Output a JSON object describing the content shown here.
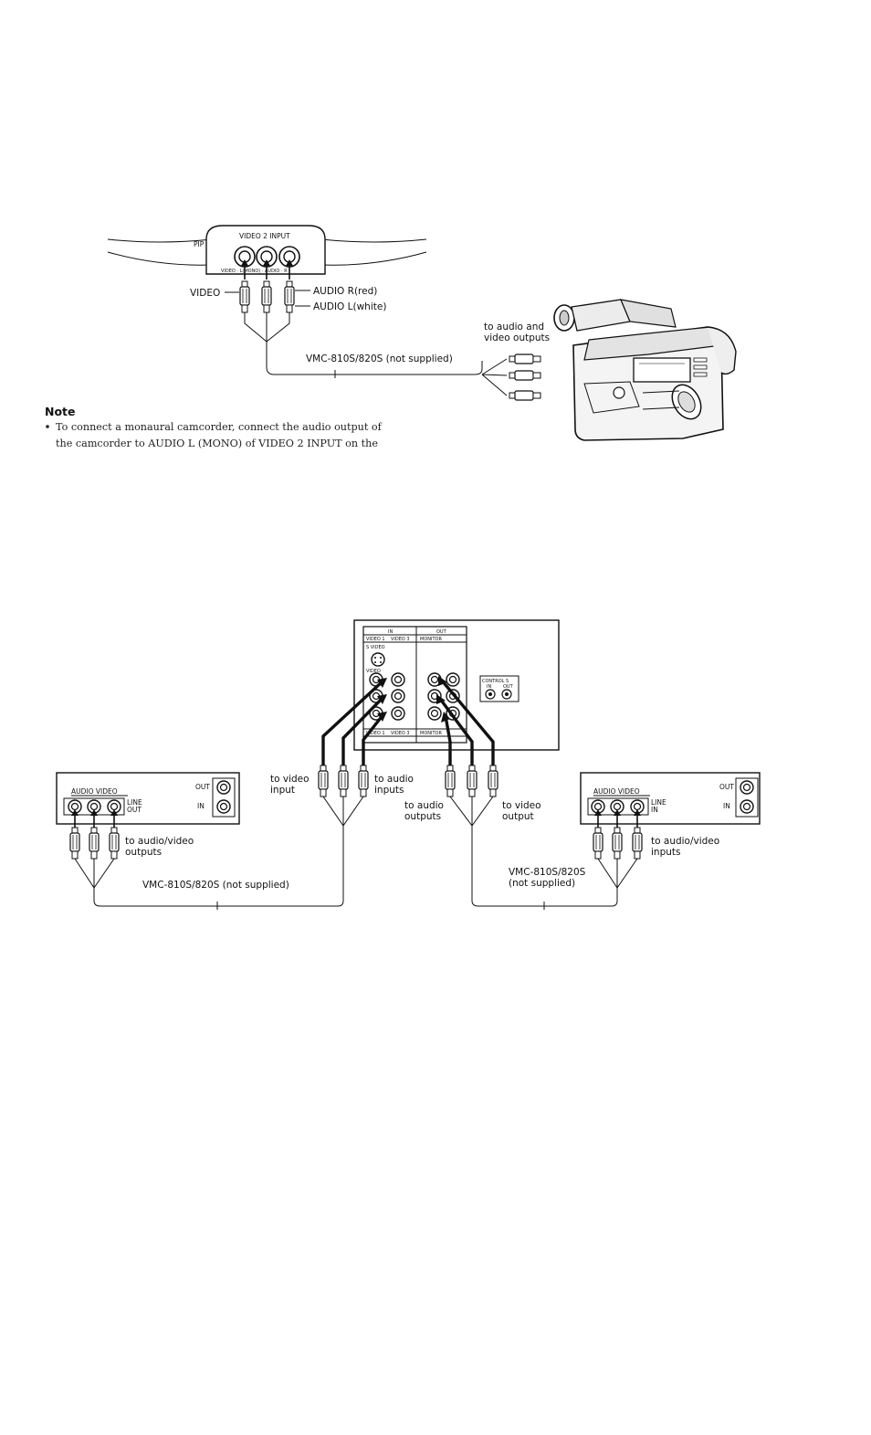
{
  "diagram1": {
    "pip_label": "PIP",
    "panel_title": "VIDEO 2 INPUT",
    "jack_caption": "VIDEO · L(MONO) · AUDIO · R",
    "video_label": "VIDEO",
    "audio_r_label": "AUDIO R(red)",
    "audio_l_label": "AUDIO L(white)",
    "cable_label": "VMC-810S/820S (not supplied)",
    "camcorder_label_line1": "to audio and",
    "camcorder_label_line2": "video outputs"
  },
  "note": {
    "heading": "Note",
    "line1": "To connect a monaural camcorder, connect the audio output of",
    "line2": "the camcorder to AUDIO L (MONO) of VIDEO 2 INPUT on the"
  },
  "diagram2": {
    "tv_in_label": "IN",
    "tv_out_label": "OUT",
    "tv_video1": "VIDEO 1",
    "tv_video3": "VIDEO 3",
    "tv_monitor": "MONITOR",
    "tv_svideo": "S VIDEO",
    "tv_video_jack": "VIDEO",
    "control_s": "CONTROL S",
    "control_in": "IN",
    "control_out": "OUT",
    "to_video_input_1": "to video",
    "to_video_input_2": "input",
    "to_audio_inputs_1": "to audio",
    "to_audio_inputs_2": "inputs",
    "to_audio_outputs_1": "to audio",
    "to_audio_outputs_2": "outputs",
    "to_video_output_1": "to video",
    "to_video_output_2": "output",
    "vcr_left": {
      "audio_video": "AUDIO  VIDEO",
      "line": "LINE",
      "line_dir": "OUT",
      "out": "OUT",
      "in": "IN",
      "caption1": "to audio/video",
      "caption2": "outputs"
    },
    "vcr_right": {
      "audio_video": "AUDIO  VIDEO",
      "line": "LINE",
      "line_dir": "IN",
      "out": "OUT",
      "in": "IN",
      "caption1": "to audio/video",
      "caption2": "inputs"
    },
    "cable_left": "VMC-810S/820S (not supplied)",
    "cable_right_1": "VMC-810S/820S",
    "cable_right_2": "(not supplied)"
  }
}
